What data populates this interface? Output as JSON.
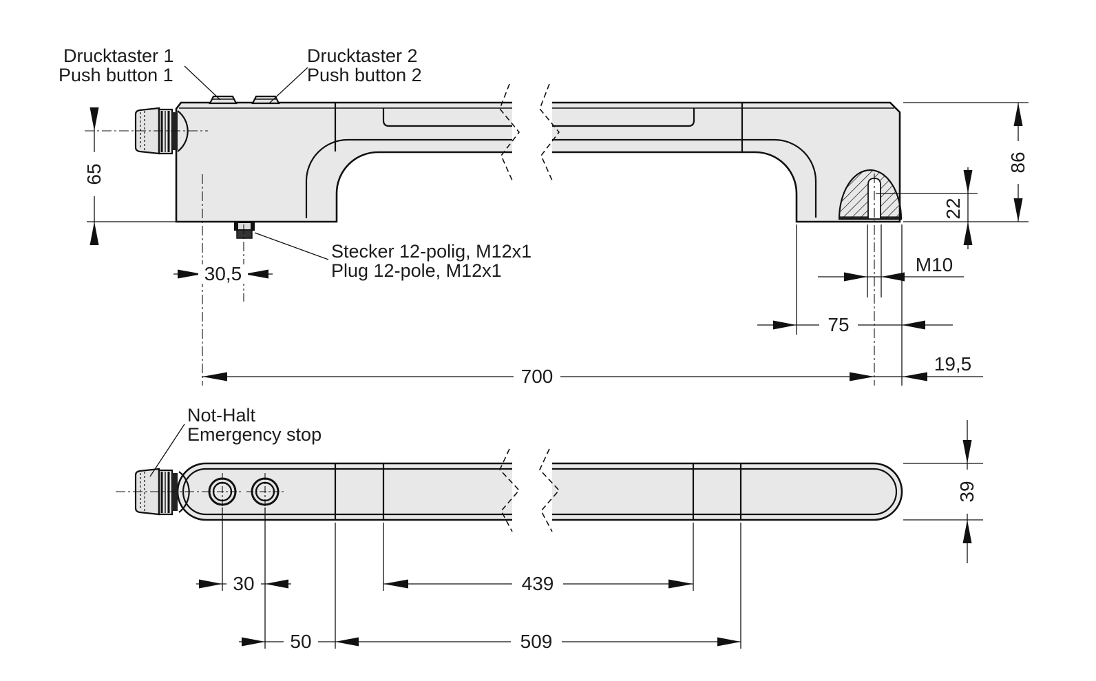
{
  "drawing": {
    "labels": {
      "push_button_1_de": "Drucktaster 1",
      "push_button_1_en": "Push button 1",
      "push_button_2_de": "Drucktaster 2",
      "push_button_2_en": "Push button 2",
      "plug_de": "Stecker 12-polig, M12x1",
      "plug_en": "Plug 12-pole, M12x1",
      "estop_de": "Not-Halt",
      "estop_en": "Emergency stop"
    },
    "dims": {
      "height_65": "65",
      "plug_offset_305": "30,5",
      "total_length_700": "700",
      "end_offset_195": "19,5",
      "thread_m10": "M10",
      "end_length_75": "75",
      "thread_depth_22": "22",
      "overall_height_86": "86",
      "handle_width_39": "39",
      "button_pitch_30": "30",
      "button_offset_50": "50",
      "segment_439": "439",
      "segment_509": "509"
    },
    "colors": {
      "body_fill": "#e8e8e8",
      "line": "#111111",
      "background": "#ffffff"
    }
  }
}
